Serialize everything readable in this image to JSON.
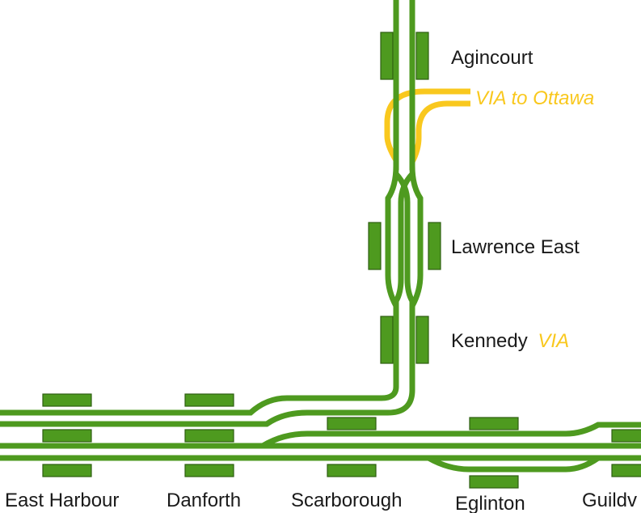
{
  "colors": {
    "track": "#4e9a1f",
    "via": "#f9c81e",
    "platform": "#4e9a1f",
    "platform_stroke": "#2e5f12",
    "background": "#ffffff",
    "text": "#1a1a1a"
  },
  "stations": {
    "agincourt": {
      "name": "Agincourt"
    },
    "lawrence_east": {
      "name": "Lawrence East"
    },
    "kennedy": {
      "name": "Kennedy",
      "via_tag": "VIA"
    },
    "east_harbour": {
      "name": "East Harbour"
    },
    "danforth": {
      "name": "Danforth"
    },
    "scarborough": {
      "name": "Scarborough"
    },
    "eglinton": {
      "name": "Eglinton"
    },
    "guildwood": {
      "name": "Guildv"
    }
  },
  "via_line": {
    "label": "VIA to Ottawa"
  }
}
